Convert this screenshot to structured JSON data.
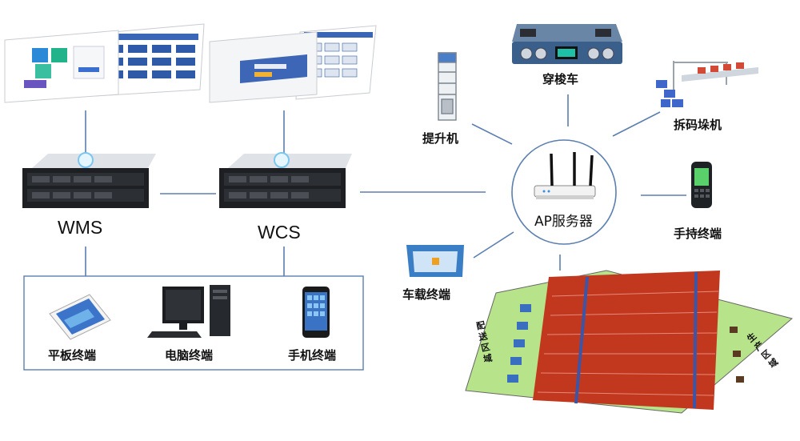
{
  "nodes": {
    "wms": "WMS",
    "wcs": "WCS",
    "ap_server": "AP服务器",
    "tablet": "平板终端",
    "pc": "电脑终端",
    "phone": "手机终端",
    "lift": "提升机",
    "shuttle": "穿梭车",
    "palletizer": "拆码垛机",
    "handheld": "手持终端",
    "vehicle_terminal": "车载终端"
  },
  "warehouse_zones": {
    "left": "配送区域",
    "right": "生产区域"
  },
  "colors": {
    "line": "#5b7fb0",
    "rack": "#c2381e",
    "rack_beam": "#3c55a6",
    "floor": "#b7e38a"
  },
  "icons": [
    "router-icon",
    "server-icon",
    "tablet-icon",
    "desktop-pc-icon",
    "smartphone-icon",
    "lift-icon",
    "shuttle-car-icon",
    "palletizer-icon",
    "handheld-terminal-icon",
    "vehicle-terminal-icon",
    "warehouse-rack-image"
  ]
}
